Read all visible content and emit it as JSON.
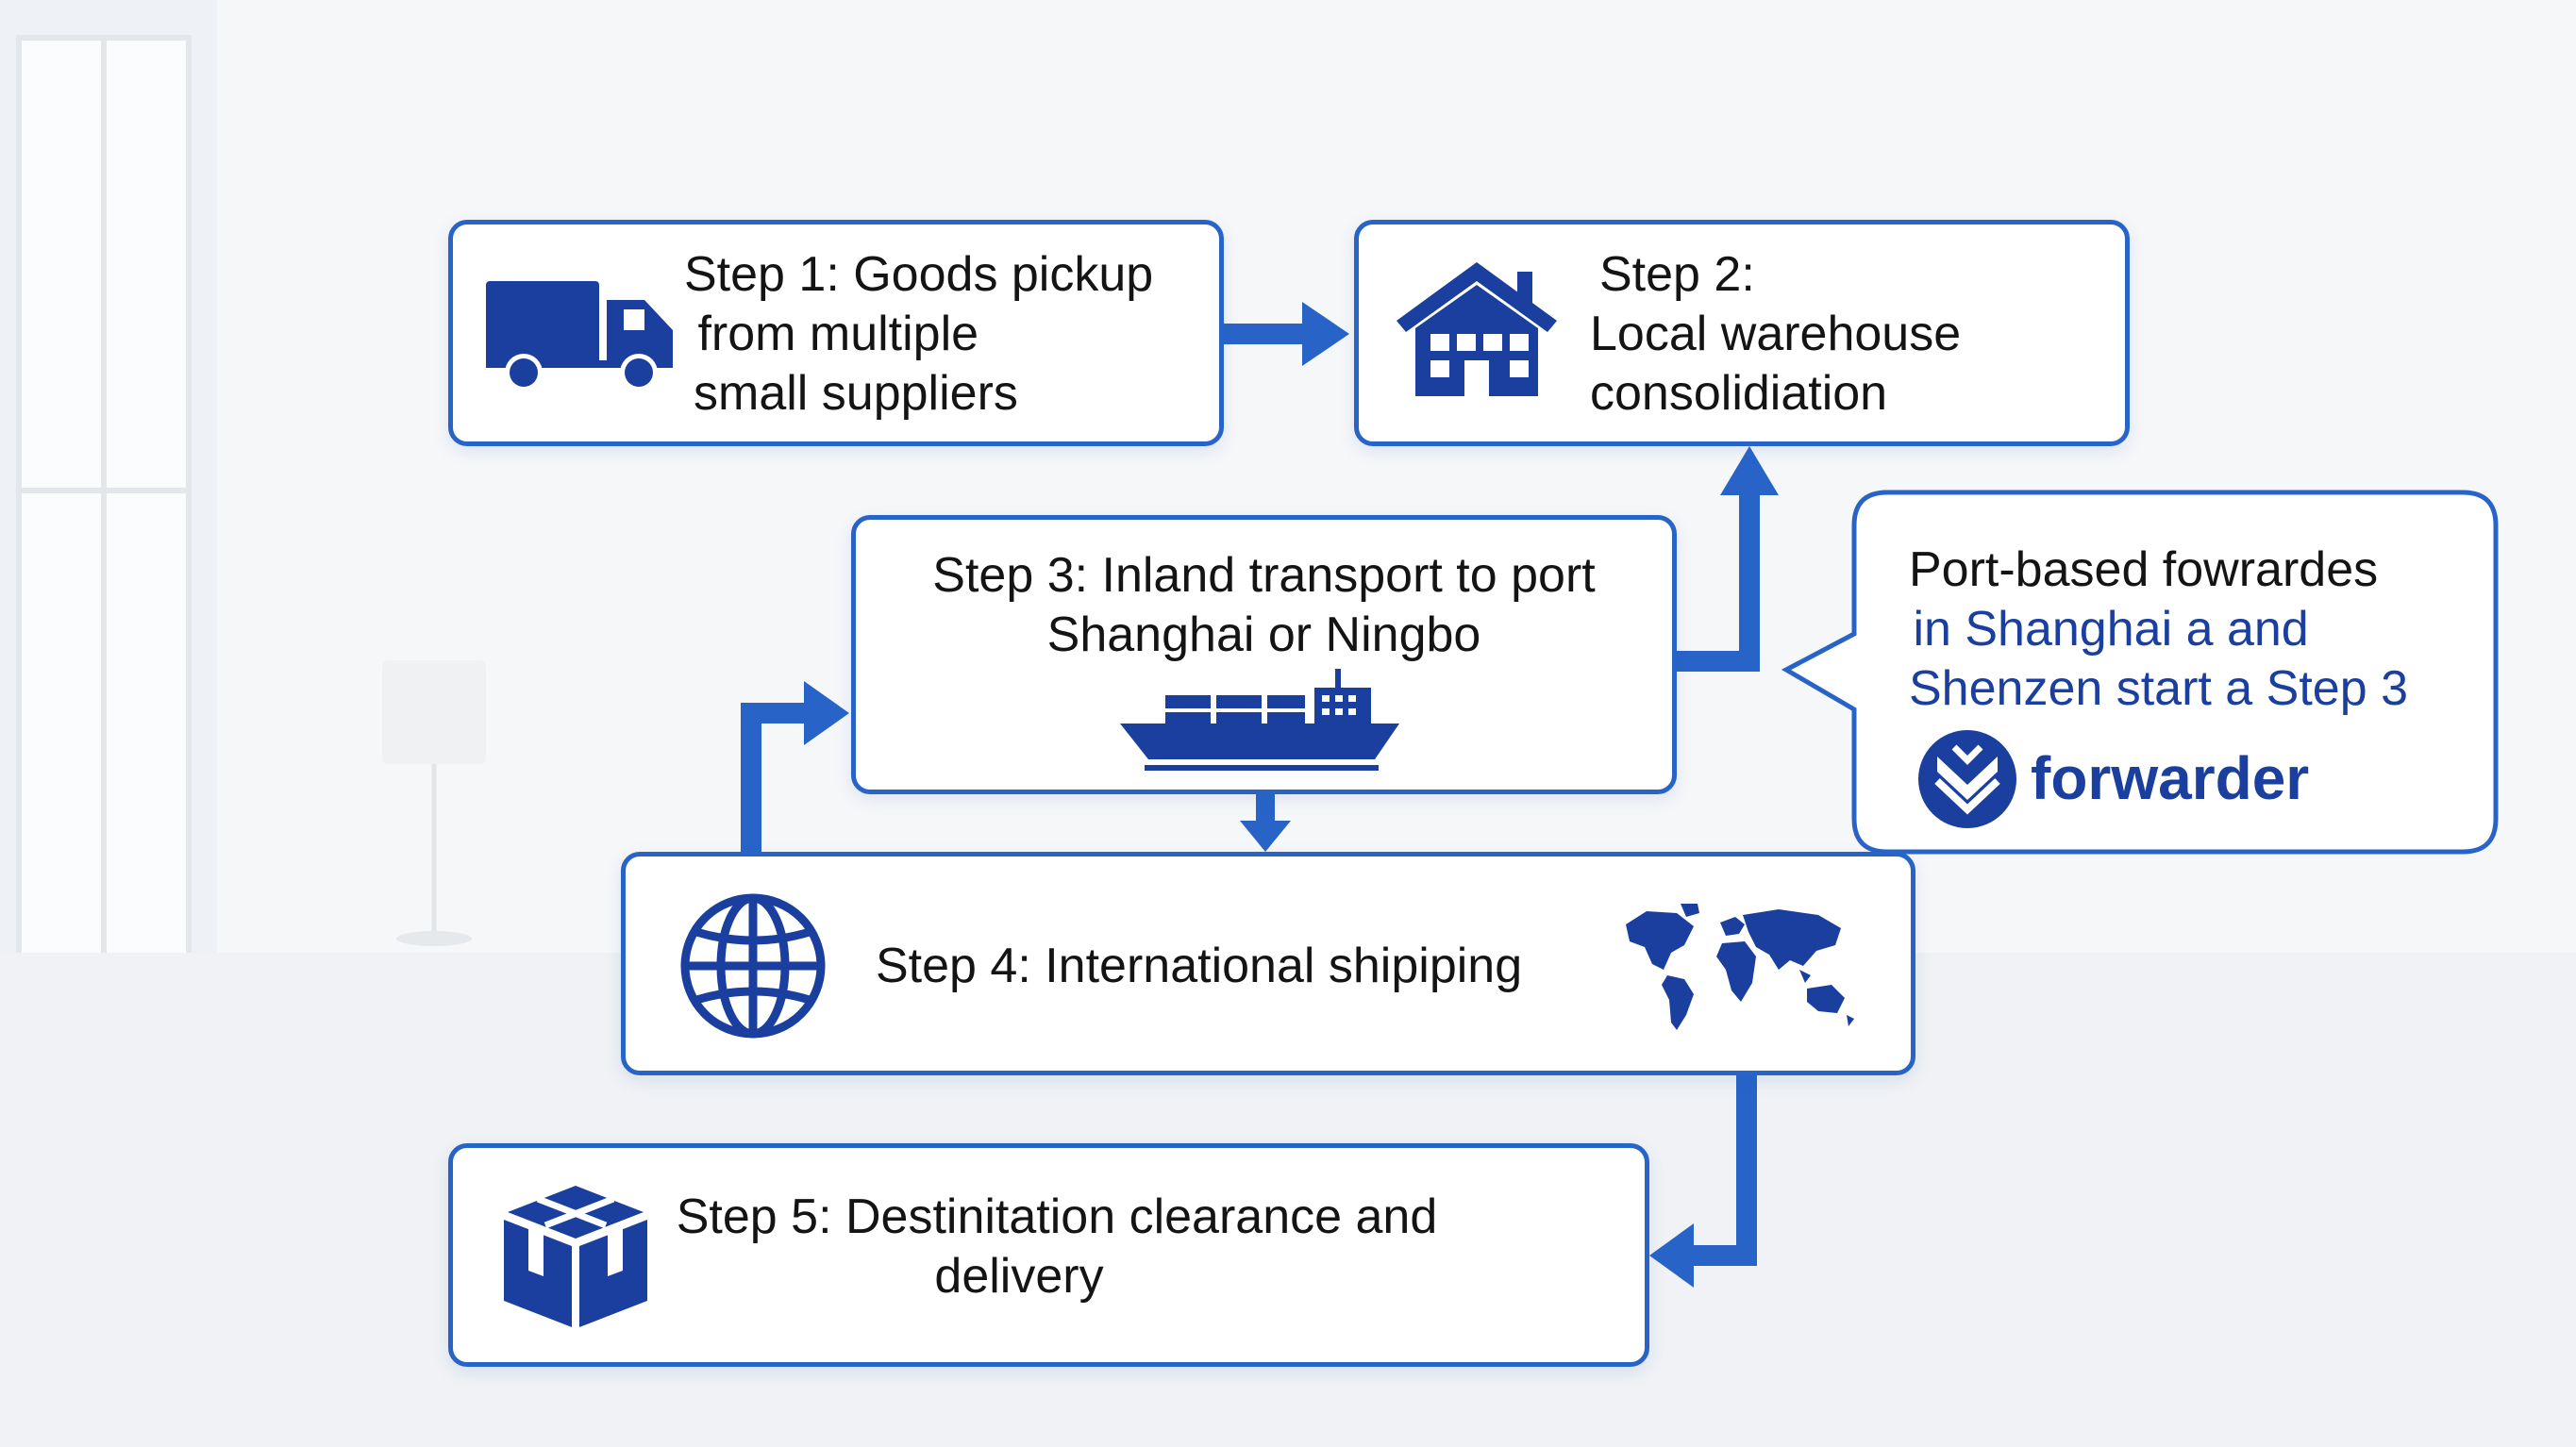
{
  "steps": {
    "step1": {
      "lines": [
        "Step 1: Goods pickup",
        " from multiple",
        "small suppliers"
      ],
      "icon": "truck-icon"
    },
    "step2": {
      "lines": [
        "Step 2:",
        "Local warehouse",
        "consolidiation"
      ],
      "icon": "warehouse-icon"
    },
    "step3": {
      "lines": [
        "Step 3: Inland transport to port",
        "Shanghai or Ningbo"
      ],
      "icon": "cargo-ship-icon"
    },
    "step4": {
      "text": "Step 4: International shipiping",
      "icons": [
        "globe-icon",
        "world-map-icon"
      ]
    },
    "step5": {
      "lines": [
        "Step 5: Destinitation clearance and",
        "delivery"
      ],
      "icon": "package-icon"
    }
  },
  "callout": {
    "lines": [
      "Port-based fowrardes",
      " in Shanghai a and",
      "Shenzen start a Step 3"
    ],
    "brand": "forwarder",
    "brand_icon": "forwarder-logo-icon"
  },
  "colors": {
    "accent": "#2864c8",
    "icon": "#1b3f9e",
    "text": "#141414",
    "callout_text": "#1b3f9e"
  }
}
